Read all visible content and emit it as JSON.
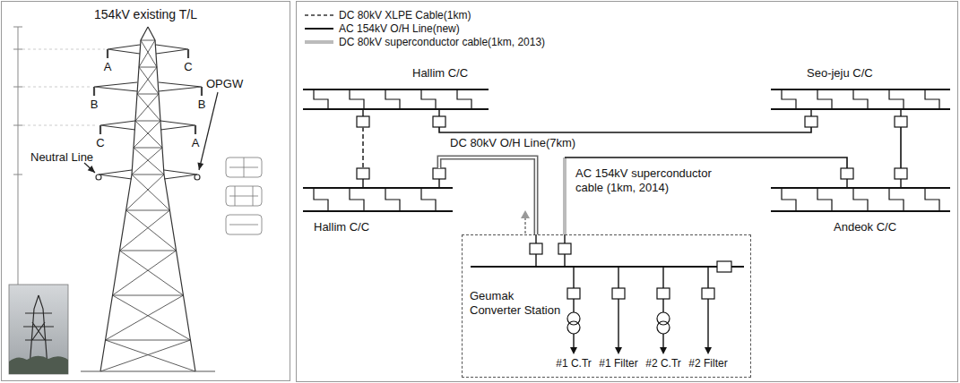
{
  "diagram": {
    "nodes": [
      {
        "text": [
          "154kV existing T/L"
        ]
      },
      {
        "text": [
          "Hallim C/C"
        ]
      },
      {
        "text": [
          "Seo-jeju C/C"
        ]
      },
      {
        "text": [
          "Hallim C/C"
        ]
      },
      {
        "text": [
          "Andeok C/C"
        ]
      },
      {
        "text": [
          "Geumak Converter Station"
        ]
      }
    ],
    "edges": [
      {
        "from": 1,
        "to": 2,
        "arrow": "none"
      },
      {
        "from": 3,
        "to": 5,
        "label": "DC 80kV O/H Line(7km)",
        "arrow": "none"
      },
      {
        "from": 5,
        "to": 4,
        "label": "AC 154kV superconductor cable (1km, 2014)",
        "arrow": "none"
      },
      {
        "from": 1,
        "to": 3,
        "arrow": "none"
      },
      {
        "from": 2,
        "to": 4,
        "arrow": "none"
      }
    ],
    "labels": [
      "A",
      "C",
      "B",
      "B",
      "C",
      "A",
      "OPGW",
      "Neutral Line",
      "#1 C.Tr",
      "#1 Filter",
      "#2 C.Tr",
      "#2 Filter"
    ],
    "legend": [
      {
        "text": "DC 80kV XLPE Cable(1km)"
      },
      {
        "text": "AC 154kV O/H Line(new)"
      },
      {
        "text": "DC 80kV superconductor cable(1km, 2013)"
      }
    ]
  }
}
